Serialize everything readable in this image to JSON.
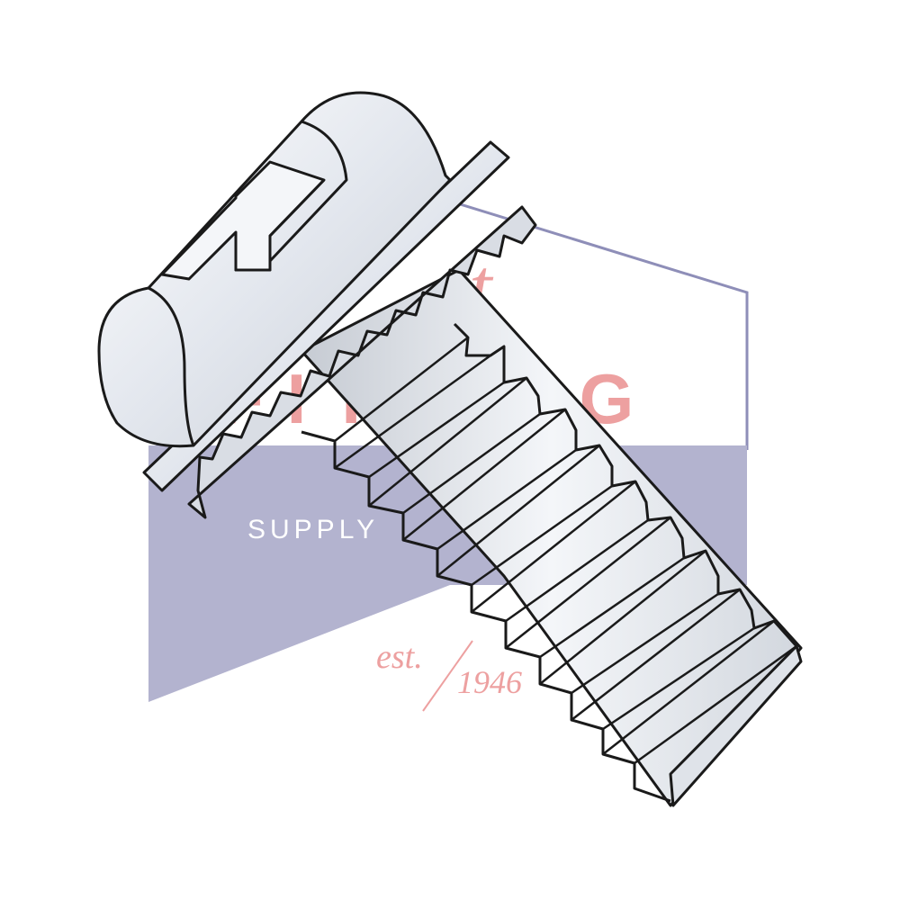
{
  "watermark": {
    "brand_partial": "et",
    "brand_word": "FITTING",
    "tagline": "SUPPLY",
    "est_label": "est.",
    "year": "1946",
    "colors": {
      "band": "#b3b3cf",
      "outline": "#8e8eb8",
      "brand": "#eda0a0",
      "tagline": "#ffffff"
    }
  },
  "product": {
    "icon": "hex-washer-head-slotted-screw-icon",
    "finish_color": "#e4e8ee",
    "line_color": "#1a1a1a"
  }
}
